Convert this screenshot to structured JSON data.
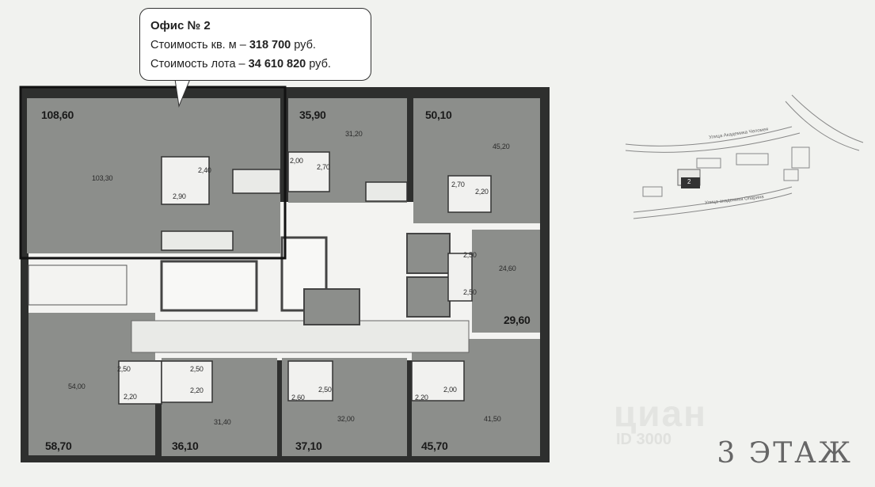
{
  "tooltip": {
    "title": "Офис № 2",
    "price_per_m_label": "Стоимость кв. м – ",
    "price_per_m_value": "318 700",
    "price_per_m_unit": " руб.",
    "lot_price_label": "Стоимость лота – ",
    "lot_price_value": "34 610 820",
    "lot_price_unit": " руб."
  },
  "floor_label": "3 ЭТАЖ",
  "units": [
    {
      "total": "108,60",
      "room": "103,30",
      "wc1": "2,40",
      "wc2": "2,90"
    },
    {
      "total": "35,90",
      "room": "31,20",
      "wc1": "2,00",
      "wc2": "2,70"
    },
    {
      "total": "50,10",
      "room": "45,20",
      "wc1": "2,70",
      "wc2": "2,20"
    },
    {
      "total": "29,60",
      "room": "24,60",
      "wc1": "2,50",
      "wc2": "2,50"
    },
    {
      "total": "58,70",
      "room": "54,00",
      "wc1": "2,50",
      "wc2": "2,20"
    },
    {
      "total": "36,10",
      "room": "31,40",
      "wc1": "2,50",
      "wc2": "2,20"
    },
    {
      "total": "37,10",
      "room": "32,00",
      "wc1": "2,60",
      "wc2": "2,50"
    },
    {
      "total": "45,70",
      "room": "41,50",
      "wc1": "2,20",
      "wc2": "2,00"
    }
  ],
  "minimap": {
    "street_top": "Улица Академика Челомея",
    "street_bottom": "Улица академика Опарина",
    "building_number": "2"
  },
  "watermark": {
    "text": "циан",
    "id": "ID 3000"
  },
  "colors": {
    "room_fill": "#8c8e8b",
    "wall": "#2e2f2e",
    "corridor": "#f3f3f1",
    "background": "#f1f2ef"
  }
}
